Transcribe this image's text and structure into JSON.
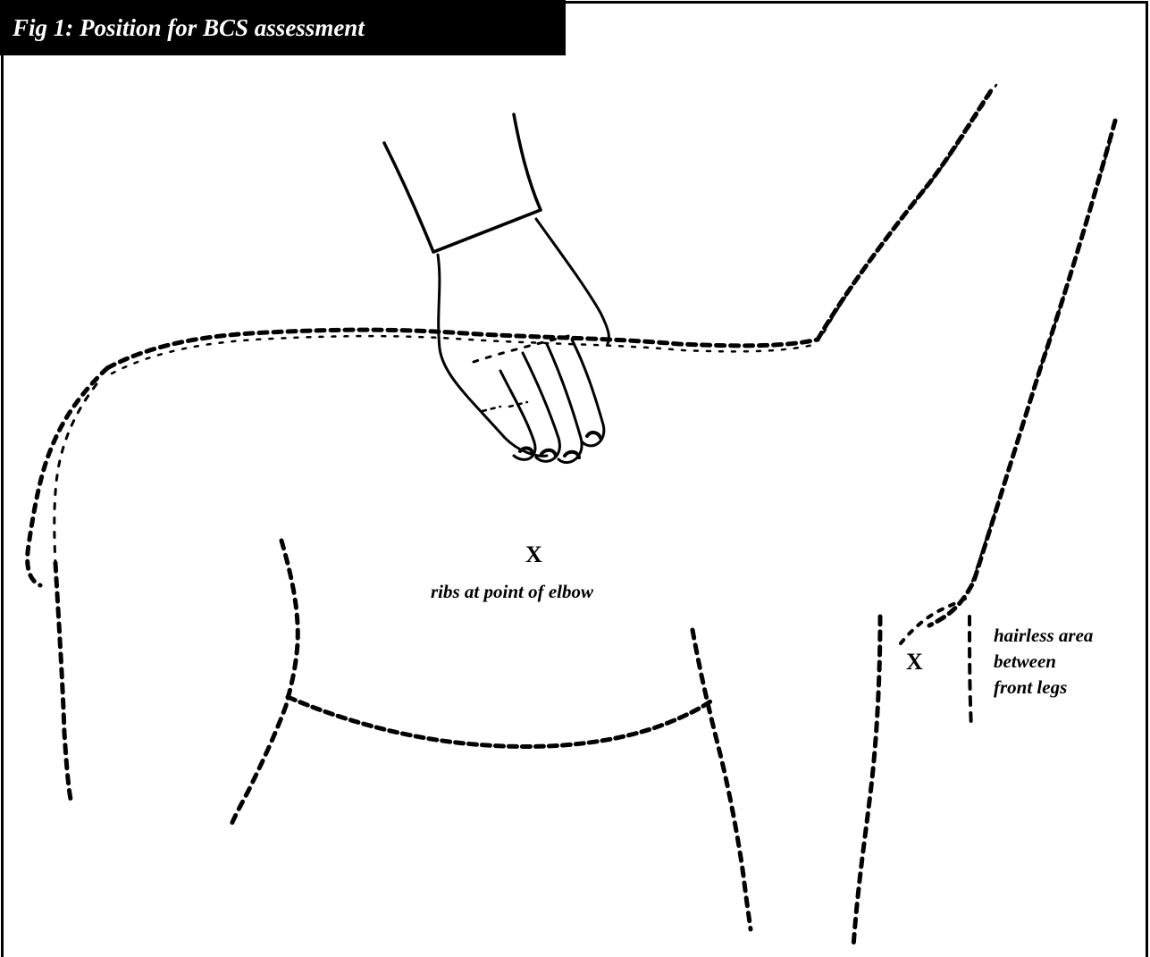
{
  "figure": {
    "title": "Fig 1: Position for BCS assessment"
  },
  "annotations": {
    "ribs_marker": "X",
    "ribs_label": "ribs at point of elbow",
    "chest_marker": "X",
    "chest_label_line1": "hairless area",
    "chest_label_line2": "between",
    "chest_label_line3": "front legs"
  }
}
